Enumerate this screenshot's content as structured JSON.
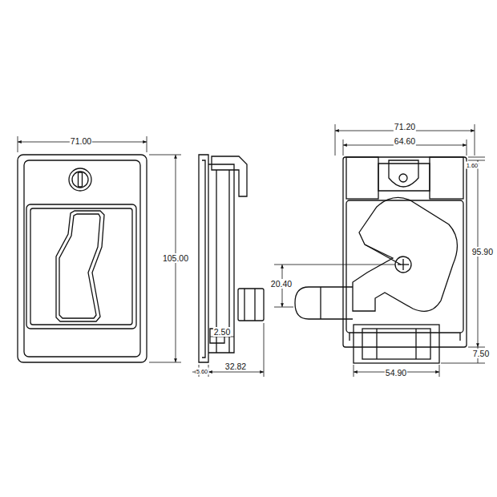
{
  "diagram": {
    "labels": [
      "71.00",
      "105.00",
      "2.50",
      "5.60",
      "32.82",
      "71.20",
      "64.60",
      "1.60",
      "95.90",
      "20.40",
      "7.50",
      "54.90"
    ]
  }
}
